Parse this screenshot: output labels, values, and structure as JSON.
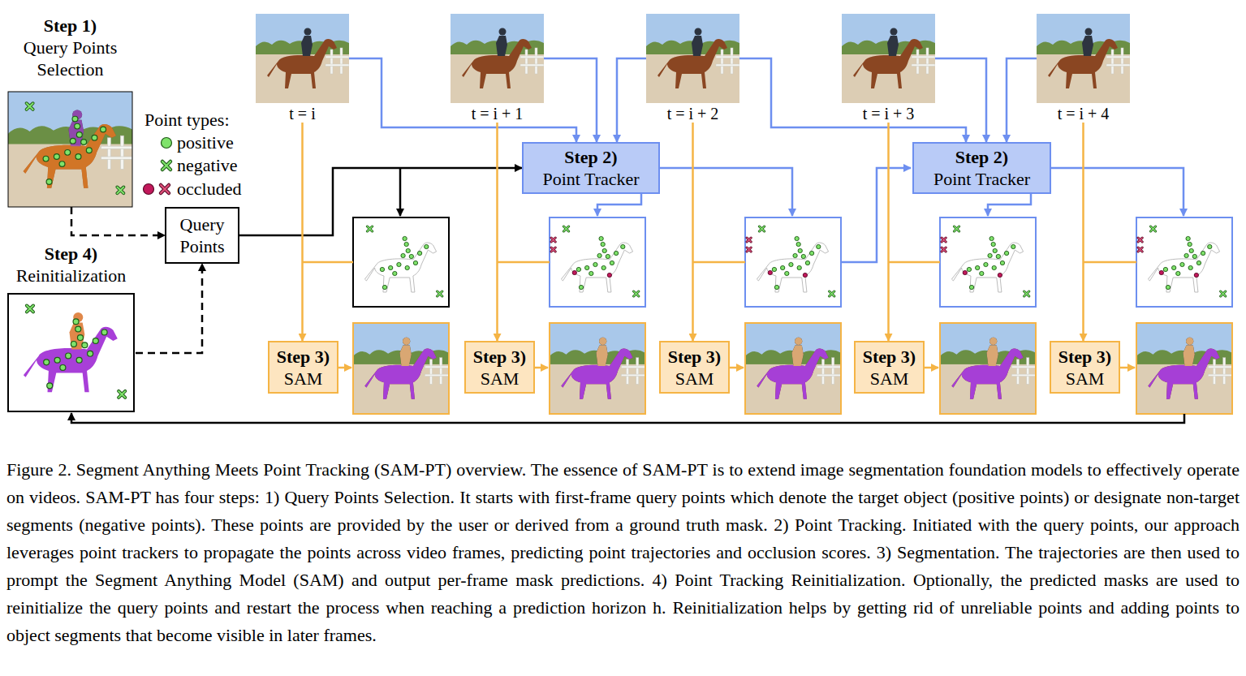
{
  "diagram": {
    "caption": "Figure 2. Segment Anything Meets Point Tracking (SAM-PT) overview. The essence of SAM-PT is to extend image segmentation foundation models to effectively operate on videos. SAM-PT has four steps: 1) Query Points Selection. It starts with first-frame query points which denote the target object (positive points) or designate non-target segments (negative points). These points are provided by the user or derived from a ground truth mask. 2) Point Tracking. Initiated with the query points, our approach leverages point trackers to propagate the points across video frames, predicting point trajectories and occlusion scores. 3) Segmentation. The trajectories are then used to prompt the Segment Anything Model (SAM) and output per-frame mask predictions. 4) Point Tracking Reinitialization. Optionally, the predicted masks are used to reinitialize the query points and restart the process when reaching a prediction horizon h. Reinitialization helps by getting rid of unreliable points and adding points to object segments that become visible in later frames.",
    "nodes": [
      {
        "text": [
          "Step 1)",
          "Query Points Selection"
        ]
      },
      {
        "text": [
          "t = i"
        ]
      },
      {
        "text": [
          "t = i + 1"
        ]
      },
      {
        "text": [
          "t = i + 2"
        ]
      },
      {
        "text": [
          "t = i + 3"
        ]
      },
      {
        "text": [
          "t = i + 4"
        ]
      },
      {
        "text": [
          "Query Points"
        ]
      },
      {
        "text": [
          "Step 2)",
          "Point Tracker"
        ]
      },
      {
        "text": [
          "Step 2)",
          "Point Tracker"
        ]
      },
      {
        "text": [
          "Step 4)",
          "Reinitialization"
        ]
      },
      {
        "text": [
          "Step 3)",
          "SAM"
        ]
      },
      {
        "text": [
          "Step 3)",
          "SAM"
        ]
      },
      {
        "text": [
          "Step 3)",
          "SAM"
        ]
      },
      {
        "text": [
          "Step 3)",
          "SAM"
        ]
      },
      {
        "text": [
          "Step 3)",
          "SAM"
        ]
      }
    ],
    "edges": [
      {
        "from": 0,
        "to": 6,
        "arrow": "to"
      },
      {
        "from": 9,
        "to": 6,
        "arrow": "to"
      },
      {
        "from": 6,
        "to": 7,
        "arrow": "to"
      },
      {
        "from": 1,
        "to": 7,
        "arrow": "to"
      },
      {
        "from": 2,
        "to": 7,
        "arrow": "to"
      },
      {
        "from": 3,
        "to": 7,
        "arrow": "to"
      },
      {
        "from": 3,
        "to": 8,
        "arrow": "to"
      },
      {
        "from": 4,
        "to": 8,
        "arrow": "to"
      },
      {
        "from": 5,
        "to": 8,
        "arrow": "to"
      },
      {
        "from": 1,
        "to": 10,
        "arrow": "to"
      },
      {
        "from": 2,
        "to": 11,
        "arrow": "to"
      },
      {
        "from": 3,
        "to": 12,
        "arrow": "to"
      },
      {
        "from": 4,
        "to": 13,
        "arrow": "to"
      },
      {
        "from": 5,
        "to": 14,
        "arrow": "to"
      }
    ],
    "labels": [
      "Point types:"
    ],
    "legend": [
      {
        "text": "positive"
      },
      {
        "text": "negative"
      },
      {
        "text": "occluded"
      }
    ]
  }
}
